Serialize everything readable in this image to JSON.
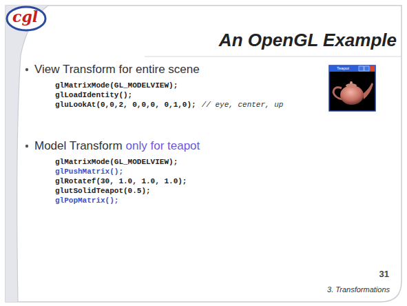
{
  "diagram": {
    "title": "An OpenGL Example",
    "labels": [
      "cgl",
      "Teapot",
      "View Transform for entire scene",
      "glMatrixMode(GL_MODELVIEW);",
      "glLoadIdentity();",
      "gluLookAt(0,0,2, 0,0,0, 0,1,0);",
      "// eye, center, up",
      "Model Transform",
      "only for teapot",
      "glMatrixMode(GL_MODELVIEW);",
      "glPushMatrix();",
      "glRotatef(30, 1.0, 1.0, 1.0);",
      "glutSolidTeapot(0.5);",
      "glPopMatrix();",
      "31",
      "3. Transformations"
    ]
  }
}
